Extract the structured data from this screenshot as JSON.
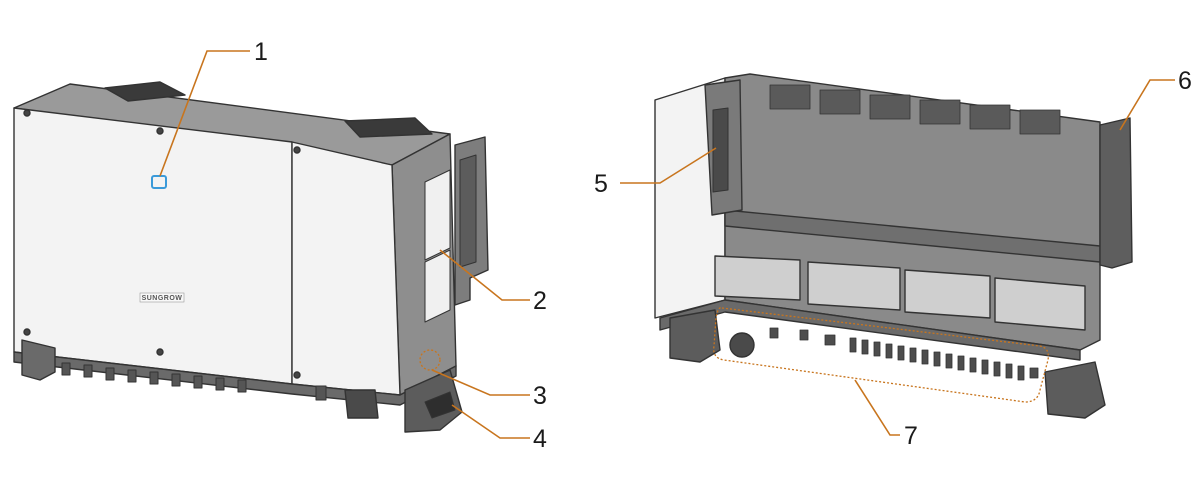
{
  "figure": {
    "brand_label": "SUNGROW",
    "callouts": [
      {
        "number": "1",
        "part": "led-indicator"
      },
      {
        "number": "2",
        "part": "side-label"
      },
      {
        "number": "3",
        "part": "grounding-point"
      },
      {
        "number": "4",
        "part": "mounting-foot"
      },
      {
        "number": "5",
        "part": "handle"
      },
      {
        "number": "6",
        "part": "mounting-bracket"
      },
      {
        "number": "7",
        "part": "wiring-terminals"
      }
    ]
  },
  "colors": {
    "leader_line": "#c8751e",
    "led": "#3a9ad9",
    "outline": "#333333",
    "panel_face": "#f3f3f3",
    "body_gray": "#8e8e8e",
    "dark_gray": "#6a6a6a"
  }
}
